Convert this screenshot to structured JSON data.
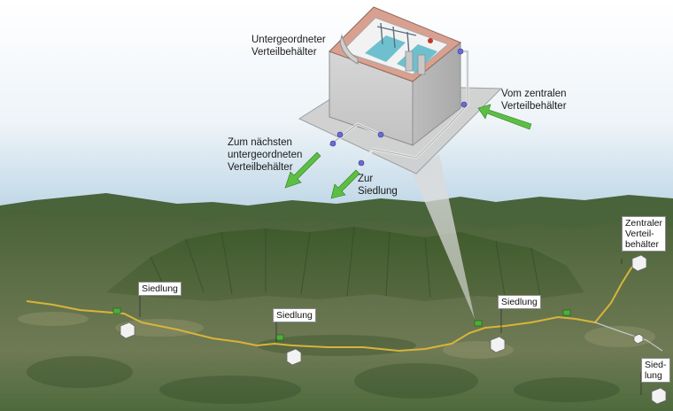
{
  "labels": {
    "sub_tank": "Untergeordneter\nVerteilbehälter",
    "from_central": "Vom zentralen\nVerteilbehälter",
    "to_next": "Zum nächsten\nuntergeordneten\nVerteilbehälter",
    "to_settlement": "Zur\nSiedlung",
    "central_tank": "Zentraler\nVerteil-\nbehälter",
    "settlement_1": "Siedlung",
    "settlement_2": "Siedlung",
    "settlement_3": "Siedlung",
    "settlement_4": "Sied-\nlung"
  },
  "colors": {
    "sky_top": "#ffffff",
    "sky_bottom": "#c6dcea",
    "terrain_dark": "#3d5230",
    "terrain_mid": "#6b7b54",
    "pipeline": "#d8b43a",
    "arrow_green": "#4caf3a",
    "tank_wall": "#d9d9d9",
    "tank_rim": "#d9a090"
  }
}
